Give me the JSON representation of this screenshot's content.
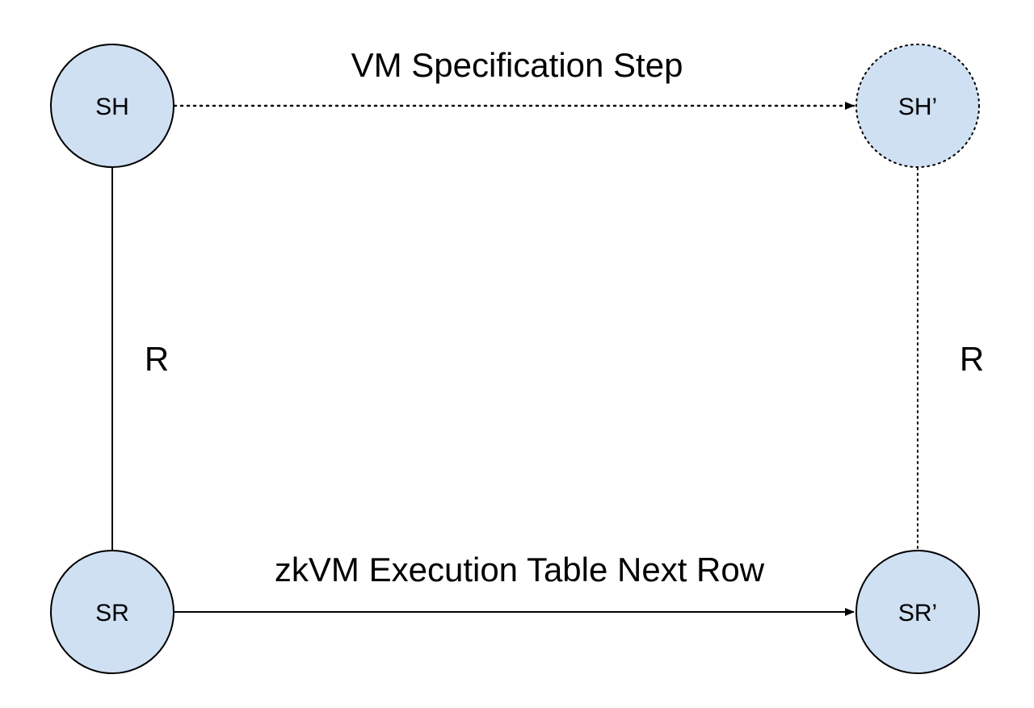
{
  "colors": {
    "node_fill": "#cfe0f3",
    "stroke": "#000000",
    "background": "#ffffff"
  },
  "nodes": {
    "sh": {
      "label": "SH"
    },
    "sh_prime": {
      "label": "SH’"
    },
    "sr": {
      "label": "SR"
    },
    "sr_prime": {
      "label": "SR’"
    }
  },
  "edges": {
    "vm_step": {
      "label": "VM Specification Step"
    },
    "zkvm_next_row": {
      "label": "zkVM Execution Table Next Row"
    },
    "relation_left": {
      "label": "R"
    },
    "relation_right": {
      "label": "R"
    }
  }
}
